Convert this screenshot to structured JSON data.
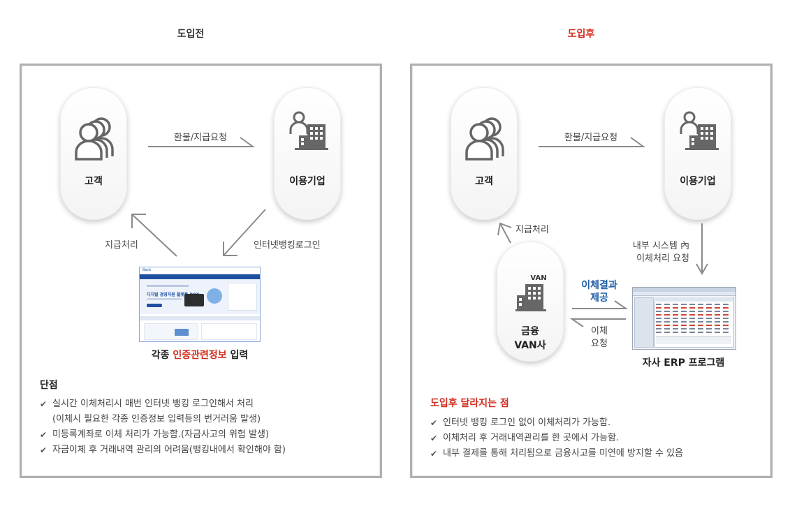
{
  "before": {
    "title": "도입전",
    "customer_label": "고객",
    "company_label": "이용기업",
    "arrow_request_label": "환불/지급요청",
    "arrow_payment_label": "지급처리",
    "arrow_login_label": "인터넷뱅킹로그인",
    "caption": {
      "prefix": "각종 ",
      "highlight": "인증관련정보",
      "suffix": " 입력"
    },
    "section_title": "단점",
    "items": [
      "실시간 이체처리시 매번 인터넷 뱅킹 로그인해서 처리",
      "미등록계좌로 이체 처리가 가능함.(자금사고의 위험 발생)",
      "자금이체 후 거래내역 관리의 어려움(뱅킹내에서 확인해야 함)"
    ],
    "item0_sub": "(이체시 필요한 각종 인증정보 입력등의 번거러움 발생)",
    "bank_mock": {
      "brand": "Bank",
      "headline": "디지털 경영지원 플랫폼 BOX"
    }
  },
  "after": {
    "title": "도입후",
    "customer_label": "고객",
    "company_label": "이용기업",
    "van_top_label": "VAN",
    "van_label_1": "금융",
    "van_label_2": "VAN사",
    "arrow_request_label": "환불/지급요청",
    "arrow_payment_label": "지급처리",
    "internal_label_1": "내부 시스템 內",
    "internal_label_2": "이체처리 요청",
    "result_label_1": "이체결과",
    "result_label_2": "제공",
    "transfer_label_1": "이체",
    "transfer_label_2": "요청",
    "erp_caption": "자사 ERP 프로그램",
    "section_title": "도입후 달라지는 점",
    "items": [
      "인터넷 뱅킹 로그인 없이 이체처리가 가능함.",
      "이체처리 후 거래내역관리를 한 곳에서 가능함.",
      "내부 결제를 통해 처리됨으로 금융사고를 미연에 방지할 수 있음"
    ]
  },
  "colors": {
    "red": "#d22b1d",
    "blue": "#1f5fa8",
    "icon_gray": "#666666",
    "panel_border": "#b0b0b0"
  },
  "icons": [
    "check-icon",
    "users-icon",
    "person-building-icon",
    "building-icon"
  ]
}
